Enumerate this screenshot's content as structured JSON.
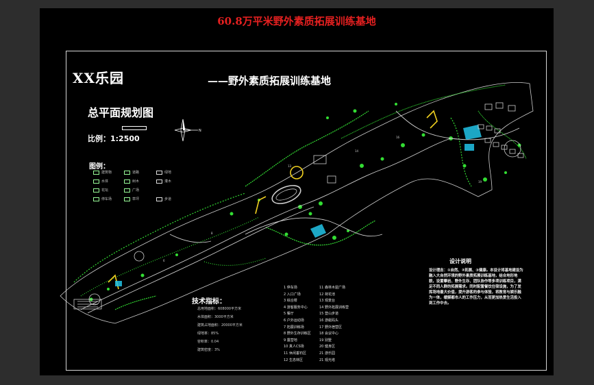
{
  "window": {
    "drawing_title": "60.8万平米野外素质拓展训练基地"
  },
  "drawing": {
    "park_name": "XX乐园",
    "subtitle": "——野外素质拓展训练基地",
    "plan_title": "总平面规划图",
    "scale": "比例：1:2500",
    "legend_title": "图例：",
    "legend_items": [
      {
        "label": "建筑物",
        "icon": "building-icon"
      },
      {
        "label": "道路",
        "icon": "road-icon"
      },
      {
        "label": "绿地",
        "icon": "grass-icon"
      },
      {
        "label": "水体",
        "icon": "water-icon"
      },
      {
        "label": "树木",
        "icon": "tree-icon"
      },
      {
        "label": "灌木",
        "icon": "shrub-icon"
      },
      {
        "label": "花坛",
        "icon": "flowerbed-icon"
      },
      {
        "label": "广场",
        "icon": "plaza-icon"
      },
      {
        "label": "停车场",
        "icon": "parking-icon"
      },
      {
        "label": "草坪",
        "icon": "lawn-icon"
      },
      {
        "label": "步道",
        "icon": "path-icon"
      }
    ],
    "tech_title": "技术指标：",
    "tech_items": [
      "总用地面积：608000平方米",
      "水体面积：3000平方米",
      "建筑占地面积：20000平方米",
      "绿地率：85%",
      "容积率：0.04",
      "建筑密度：3%"
    ],
    "zones_col1": [
      "1 停车场",
      "2 入口广场",
      "3 综合楼",
      "4 游客服务中心",
      "5 餐厅",
      "6 户外运动场",
      "7 拓展训练场",
      "8 野外生存训练区",
      "9 露营地",
      "10 真人CS场",
      "11 休闲垂钓区",
      "12 生态林区"
    ],
    "zones_col2": [
      "11 森林木屋广场",
      "12 荷花池",
      "13 观景台",
      "14 野外拓展训练营",
      "15 登山步道",
      "16 游艇码头",
      "17 野外宿营区",
      "18 会议中心",
      "19 别墅",
      "20 健身区",
      "21 游乐园",
      "21 观光塔"
    ],
    "design_title": "设计说明",
    "design_text": "设计理念：①自然、②拓展、③健康。本设计将基地建设为融入大自然环境的野外素质拓展训练基地，结合地形地貌，设置攀岩、野外生存、团队协作等多项训练项目，满足不同人群的拓展需求。同时配置餐饮住宿设施，为了发挥场地最大价值，提升游客的参与体验，将教育与娱乐融为一体，缓解都市人的工作压力，从而更加热爱生活投入到工作中去。",
    "compass_label": "N",
    "colors": {
      "title_red": "#e52020",
      "drawing_bg": "#000000",
      "vegetation": "#33dd33",
      "roads": "#cfcfcf",
      "water": "#22c4e8",
      "highlight": "#f0d020"
    }
  }
}
